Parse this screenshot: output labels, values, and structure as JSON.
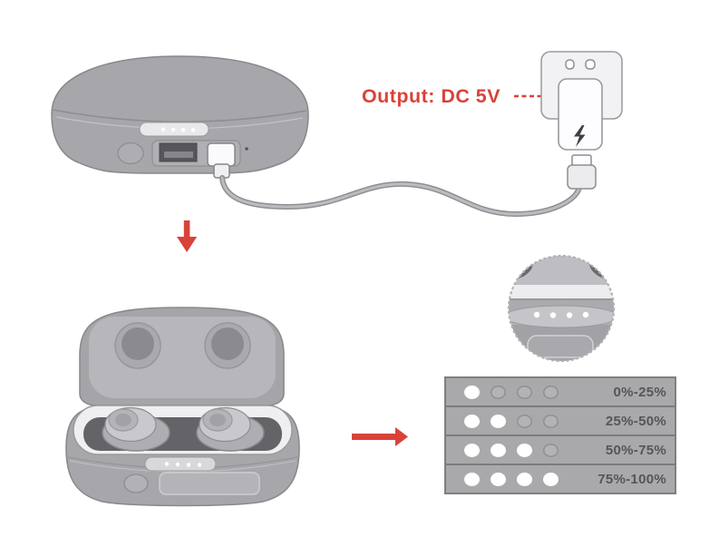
{
  "colors": {
    "accent_red": "#d9423a",
    "case_gray": "#a7a7ab",
    "outline_gray": "#8a8a8e",
    "table_bg": "#a9a9ac",
    "table_divider": "#7b7b7f",
    "label_text": "#55555a",
    "led_on": "#ffffff",
    "led_off": "#b3b3b6"
  },
  "charging": {
    "output_label": "Output: DC 5V"
  },
  "battery_table": {
    "rows": [
      {
        "dots_on": 1,
        "dots_total": 4,
        "label": "0%-25%"
      },
      {
        "dots_on": 2,
        "dots_total": 4,
        "label": "25%-50%"
      },
      {
        "dots_on": 3,
        "dots_total": 4,
        "label": "50%-75%"
      },
      {
        "dots_on": 4,
        "dots_total": 4,
        "label": "75%-100%"
      }
    ]
  }
}
